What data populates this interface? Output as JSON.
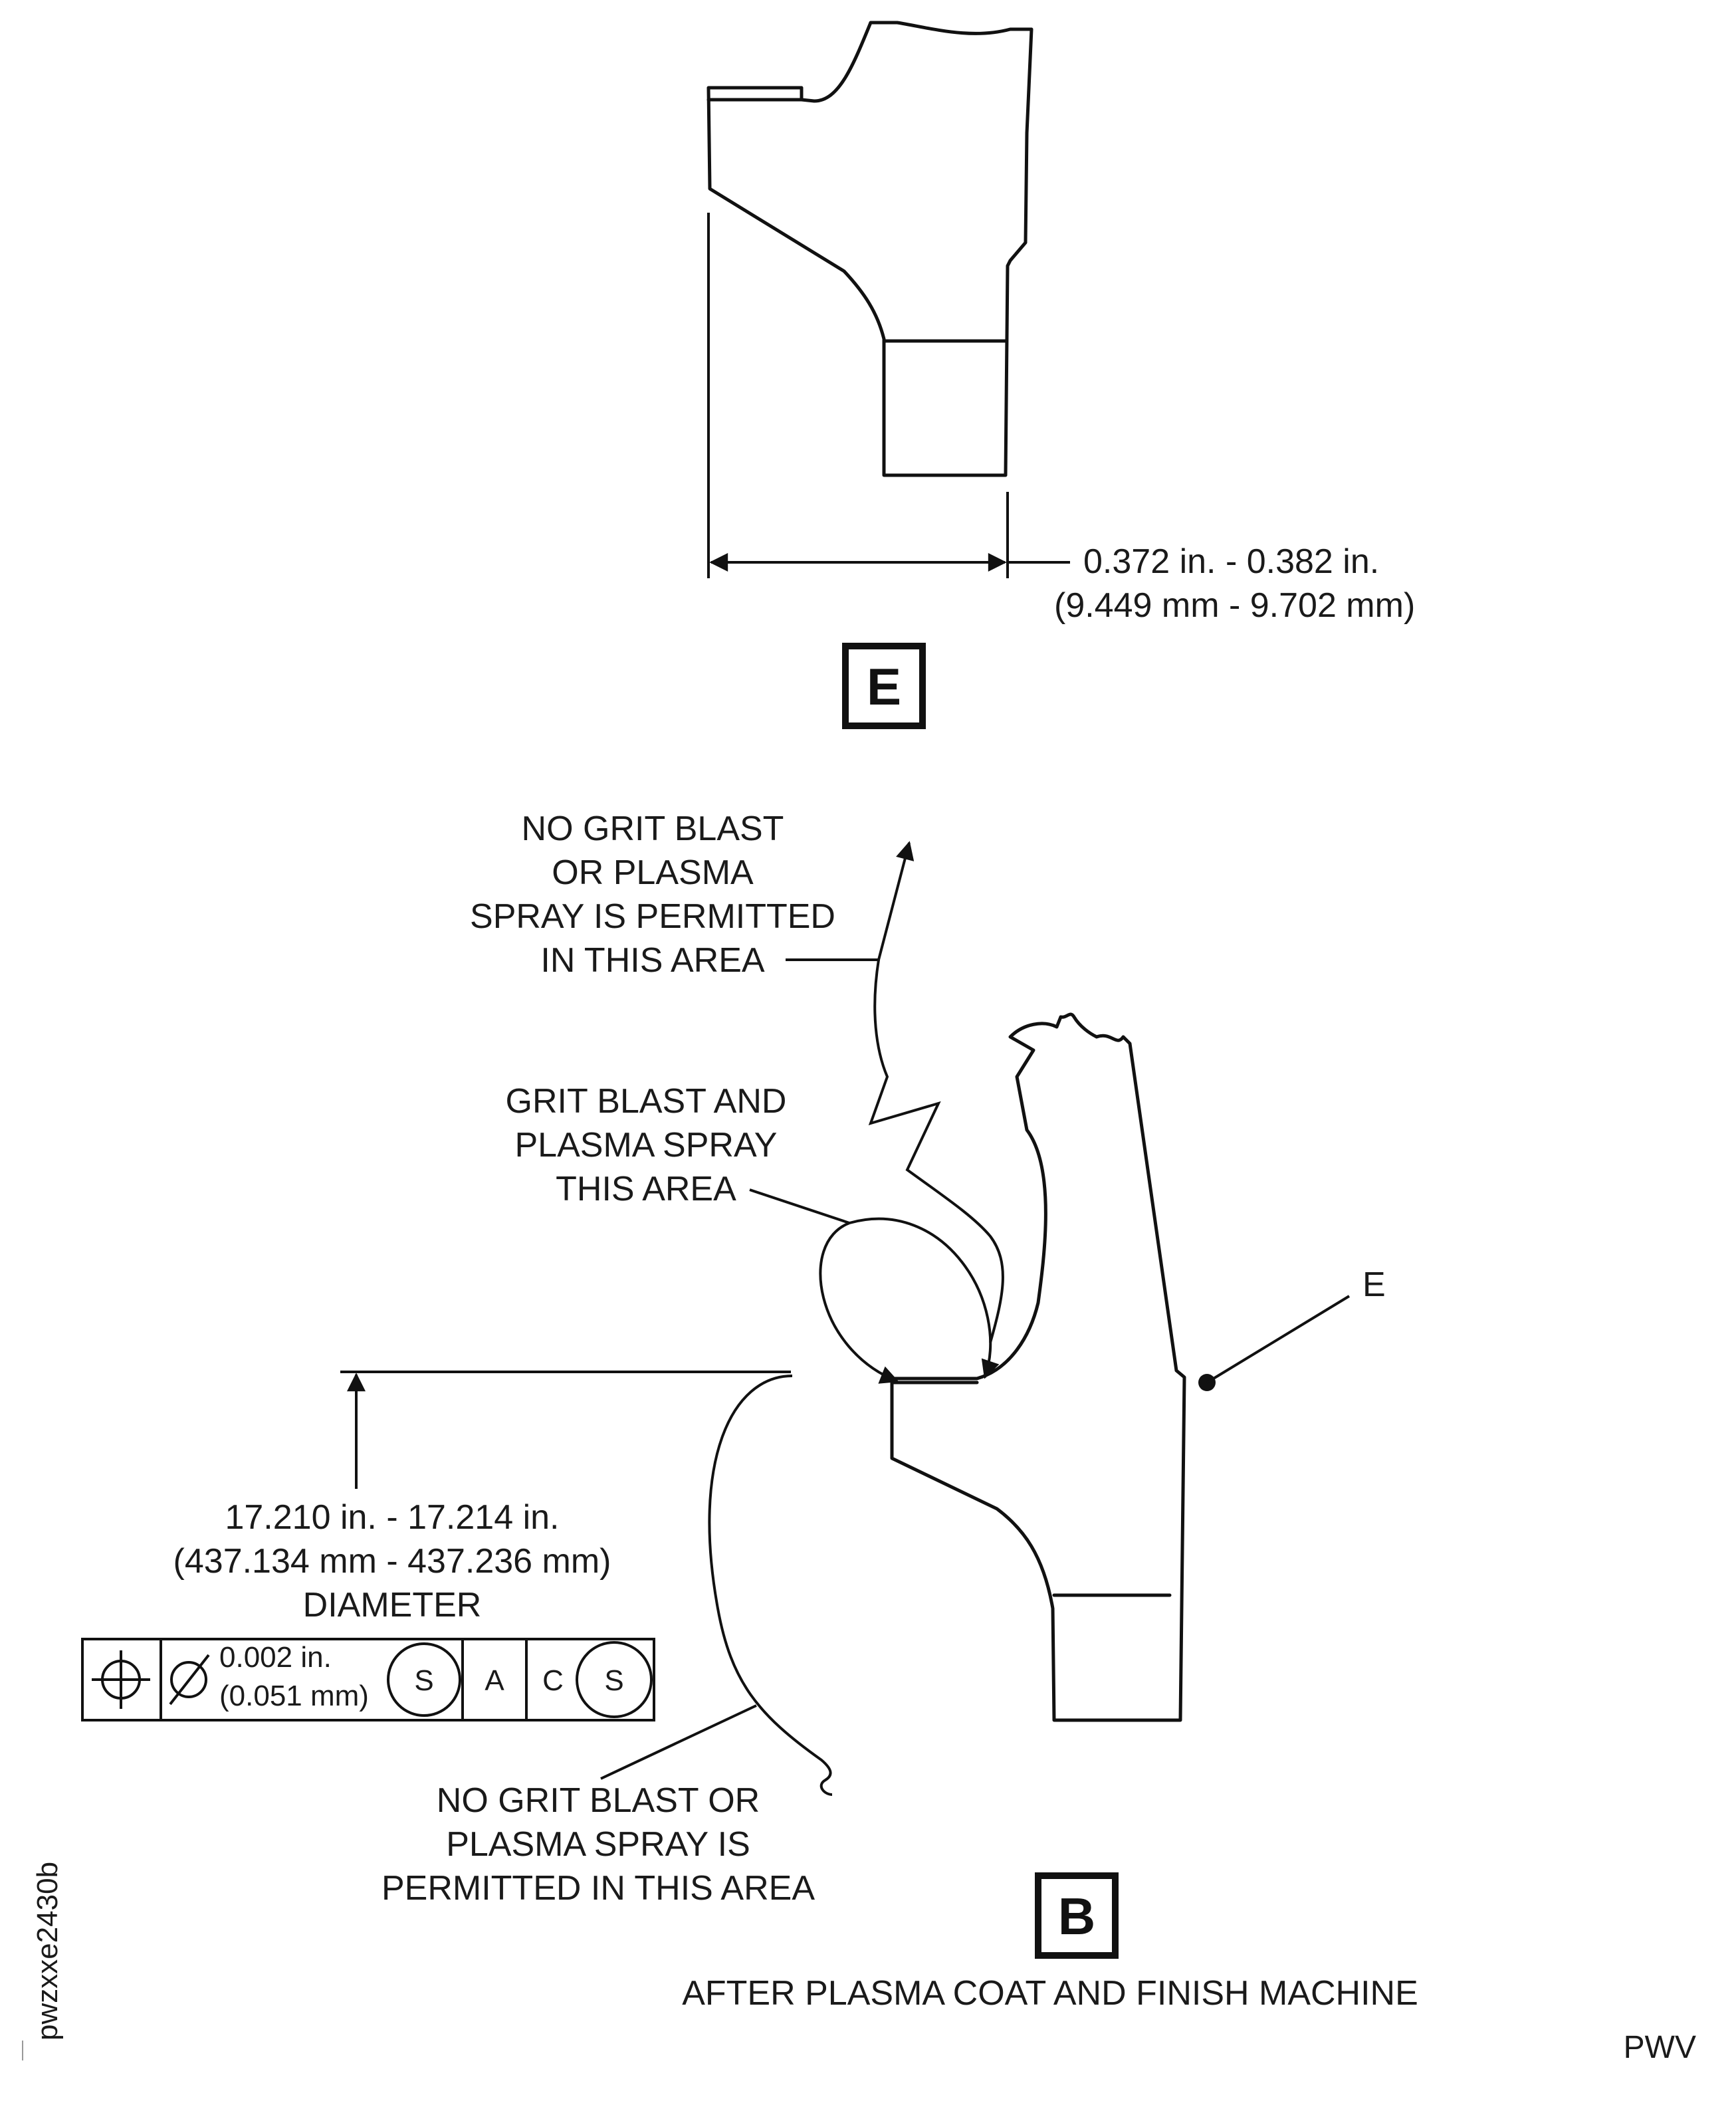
{
  "detail_e": {
    "dim_line1": "0.372 in. -  0.382 in.",
    "dim_line2": "(9.449 mm - 9.702 mm)",
    "label": "E"
  },
  "detail_b": {
    "note_no_grit_top": [
      "NO GRIT BLAST",
      "OR PLASMA",
      "SPRAY IS PERMITTED",
      "IN THIS AREA"
    ],
    "note_grit_blast": [
      "GRIT BLAST AND",
      "PLASMA SPRAY",
      "THIS AREA"
    ],
    "callout_e": "E",
    "dim_diameter": [
      "17.210 in. - 17.214 in.",
      "(437.134 mm - 437.236 mm)",
      "DIAMETER"
    ],
    "fcf": {
      "tol_line1": "0.002 in.",
      "tol_line2": "(0.051 mm)",
      "modifier": "S",
      "datum_a": "A",
      "datum_c": "C",
      "datum_c_modifier": "S"
    },
    "note_no_grit_bottom": [
      "NO GRIT BLAST OR",
      "PLASMA SPRAY IS",
      "PERMITTED IN THIS AREA"
    ],
    "label": "B",
    "caption": "AFTER PLASMA COAT AND FINISH MACHINE"
  },
  "footer": {
    "code": "PWV",
    "figure_id": "pwzxxe2430b"
  }
}
